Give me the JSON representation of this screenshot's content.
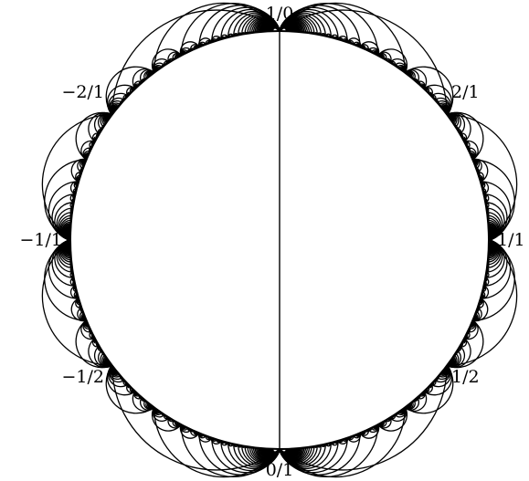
{
  "diagram": {
    "type": "farey-tessellation-disk",
    "stroke_color": "#000000",
    "background_color": "#ffffff",
    "vertex_labels": {
      "top": "1/0",
      "upper_right": "2/1",
      "right": "1/1",
      "lower_right": "1/2",
      "bottom": "0/1",
      "lower_left": "−1/2",
      "left": "−1/1",
      "upper_left": "−2/1"
    }
  }
}
